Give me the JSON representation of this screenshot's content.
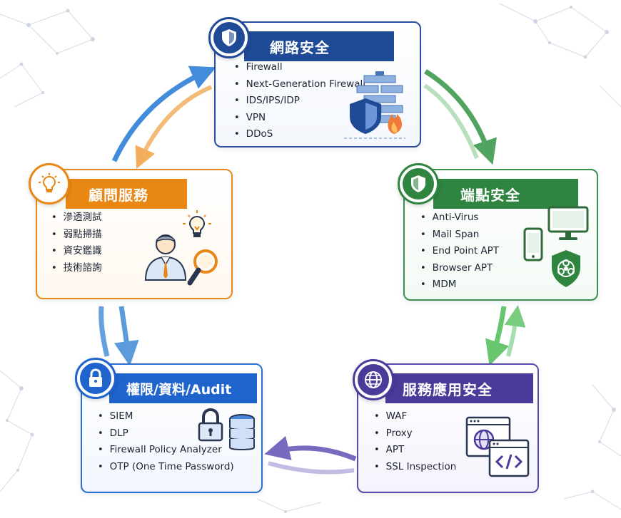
{
  "cards": {
    "network": {
      "title": "網路安全",
      "items": [
        "Firewall",
        "Next-Generation Firewall",
        "IDS/IPS/IDP",
        "VPN",
        "DDoS"
      ],
      "color": "#1f4a96",
      "icons": [
        "shield-icon",
        "firewall-icon"
      ]
    },
    "endpoint": {
      "title": "端點安全",
      "items": [
        "Anti-Virus",
        "Mail Span",
        "End Point APT",
        "Browser APT",
        "MDM"
      ],
      "color": "#2f8440",
      "icons": [
        "shield-icon",
        "monitor-icon",
        "phone-icon",
        "biohazard-shield-icon"
      ]
    },
    "consulting": {
      "title": "顧問服務",
      "items": [
        "滲透測試",
        "弱點掃描",
        "資安鑑識",
        "技術諮詢"
      ],
      "color": "#e88714",
      "icons": [
        "lightbulb-icon",
        "consultant-icon",
        "magnifier-icon"
      ]
    },
    "access": {
      "title": "權限/資料/Audit",
      "items": [
        "SIEM",
        "DLP",
        "Firewall Policy Analyzer",
        "OTP (One Time Password)"
      ],
      "color": "#1f63cc",
      "icons": [
        "lock-icon",
        "padlock-icon",
        "database-icon"
      ]
    },
    "service_app": {
      "title": "服務應用安全",
      "items": [
        "WAF",
        "Proxy",
        "APT",
        "SSL Inspection"
      ],
      "color": "#4a3a9a",
      "icons": [
        "globe-icon",
        "browser-globe-icon",
        "code-window-icon"
      ]
    }
  },
  "arrow_colors": {
    "network_to_endpoint": "#3f9a4f",
    "endpoint_to_service_app": "#58c060",
    "service_app_to_access": "#6a5ab8",
    "access_to_consulting": "#4a90d8",
    "consulting_to_network": "#2f80d8"
  }
}
